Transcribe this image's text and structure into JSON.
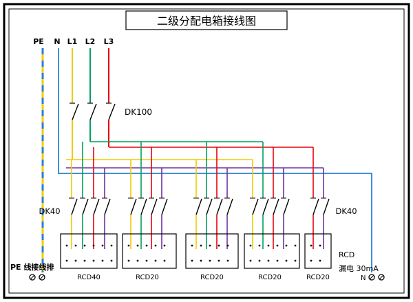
{
  "title": "二级分配电箱接线图",
  "conductors": [
    "PE",
    "N",
    "L1",
    "L2",
    "L3"
  ],
  "breakers": {
    "main": "DK100",
    "left": "DK40",
    "right": "DK40"
  },
  "rcd_units": [
    "RCD40",
    "RCD20",
    "RCD20",
    "RCD20",
    "RCD20"
  ],
  "annotations": {
    "pe_bar": "PE 线接线排",
    "rcd": "RCD",
    "leakage": "漏电 30mA",
    "neutral": "N"
  },
  "colors": {
    "yellow": "#f0cc00",
    "green": "#00a05a",
    "red": "#e8000d",
    "purple": "#7030a0",
    "blue": "#2c7fd6",
    "black": "#000000",
    "background": "#ffffff"
  }
}
